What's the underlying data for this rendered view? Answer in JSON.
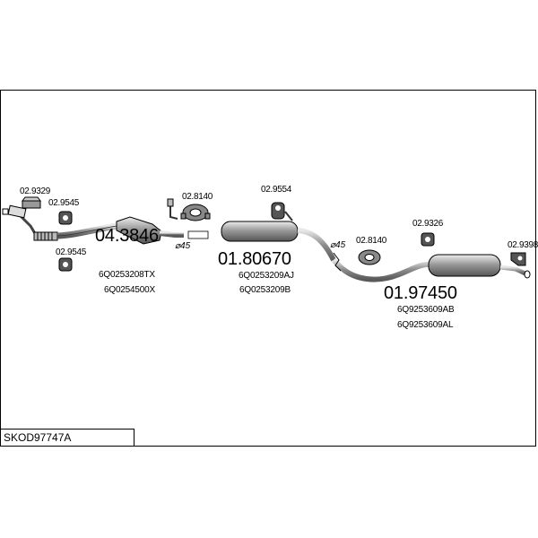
{
  "diagram_code": "SKOD97747A",
  "parts": {
    "bracket_left": "02.9329",
    "hanger_left_upper": "02.9545",
    "hanger_left_lower": "02.9545",
    "front_pipe_number": "04.3846",
    "front_pipe_oem_1": "6Q0253208TX",
    "front_pipe_oem_2": "6Q0254500X",
    "gasket_front": "02.8140",
    "diameter_front": "⌀45",
    "hanger_middle": "02.9554",
    "middle_silencer_number": "01.80670",
    "middle_silencer_oem_1": "6Q0253209AJ",
    "middle_silencer_oem_2": "6Q0253209B",
    "diameter_rear": "⌀45",
    "gasket_rear": "02.8140",
    "hanger_rear": "02.9326",
    "hanger_tail": "02.9398",
    "rear_silencer_number": "01.97450",
    "rear_silencer_oem_1": "6Q9253609AB",
    "rear_silencer_oem_2": "6Q9253609AL"
  }
}
